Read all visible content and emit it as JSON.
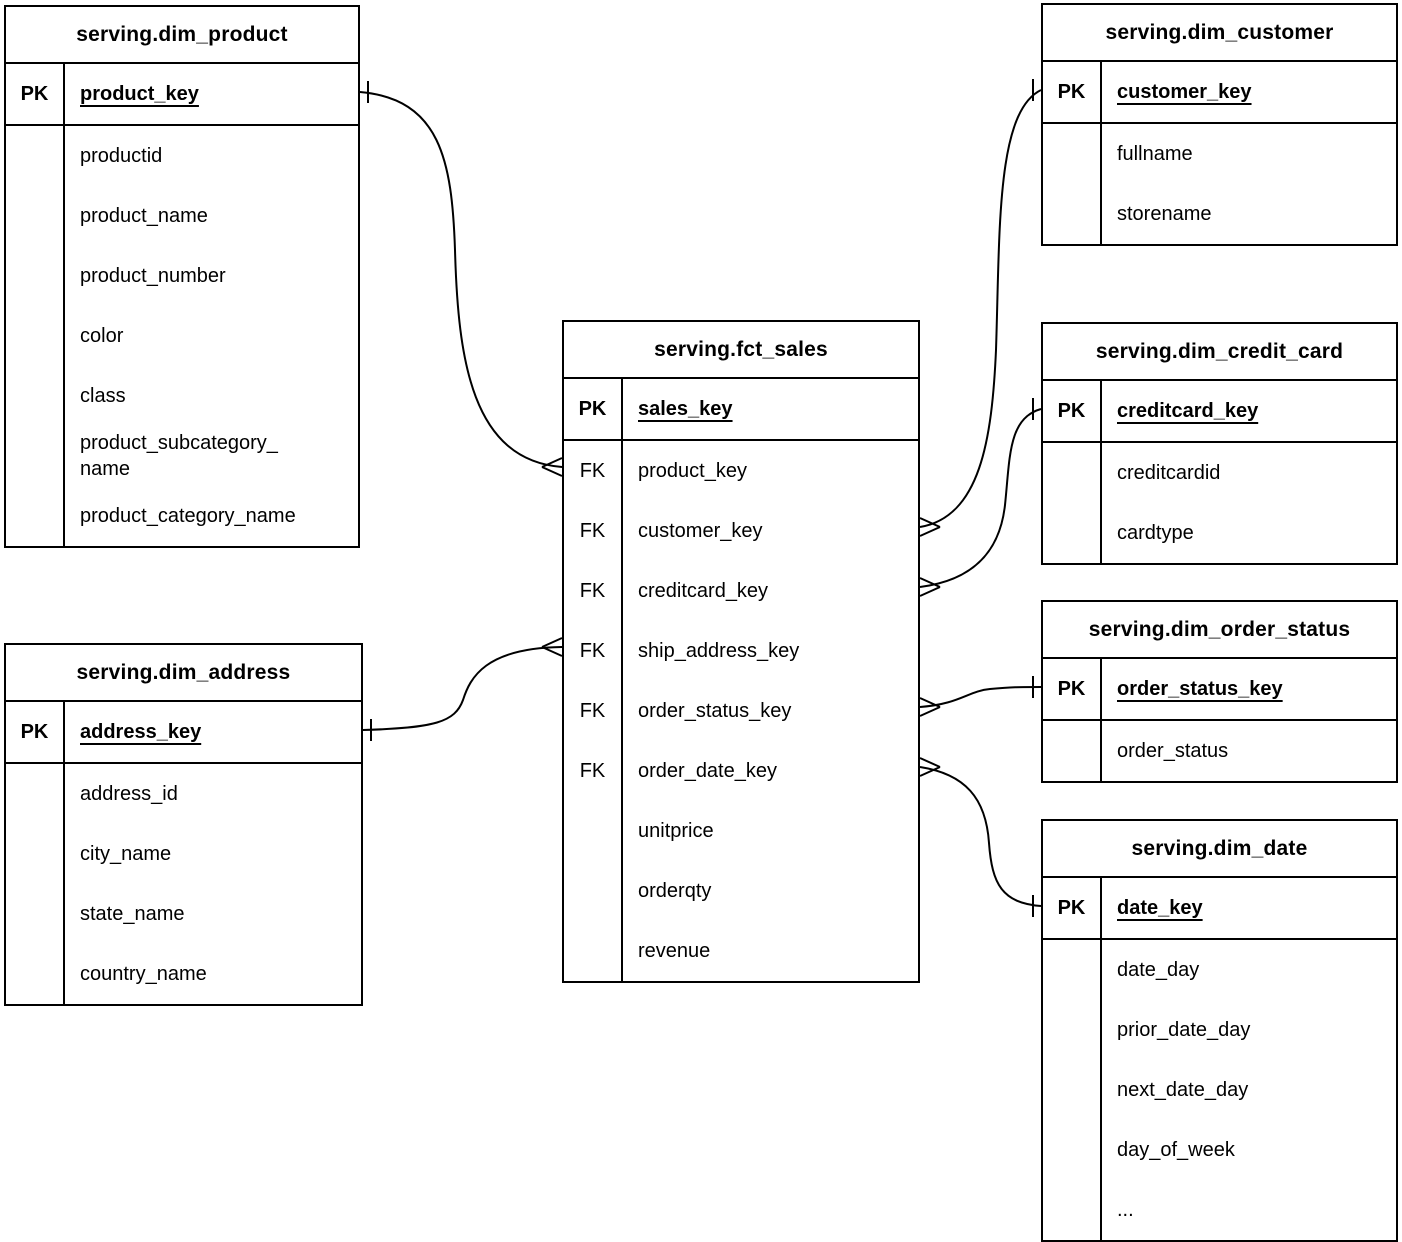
{
  "colors": {
    "line": "#000000",
    "background": "#ffffff",
    "text": "#000000"
  },
  "tables": {
    "dim_product": {
      "title": "serving.dim_product",
      "pk_label": "PK",
      "pk_field": "product_key",
      "fields": [
        "productid",
        "product_name",
        "product_number",
        "color",
        "class",
        "product_subcategory_\nname",
        "product_category_name"
      ]
    },
    "dim_address": {
      "title": "serving.dim_address",
      "pk_label": "PK",
      "pk_field": "address_key",
      "fields": [
        "address_id",
        "city_name",
        "state_name",
        "country_name"
      ]
    },
    "fct_sales": {
      "title": "serving.fct_sales",
      "pk_label": "PK",
      "pk_field": "sales_key",
      "rows": [
        {
          "key": "FK",
          "field": "product_key"
        },
        {
          "key": "FK",
          "field": "customer_key"
        },
        {
          "key": "FK",
          "field": "creditcard_key"
        },
        {
          "key": "FK",
          "field": "ship_address_key"
        },
        {
          "key": "FK",
          "field": "order_status_key"
        },
        {
          "key": "FK",
          "field": "order_date_key"
        },
        {
          "key": "",
          "field": "unitprice"
        },
        {
          "key": "",
          "field": "orderqty"
        },
        {
          "key": "",
          "field": "revenue"
        }
      ]
    },
    "dim_customer": {
      "title": "serving.dim_customer",
      "pk_label": "PK",
      "pk_field": "customer_key",
      "fields": [
        "fullname",
        "storename"
      ]
    },
    "dim_credit_card": {
      "title": "serving.dim_credit_card",
      "pk_label": "PK",
      "pk_field": "creditcard_key",
      "fields": [
        "creditcardid",
        "cardtype"
      ]
    },
    "dim_order_status": {
      "title": "serving.dim_order_status",
      "pk_label": "PK",
      "pk_field": "order_status_key",
      "fields": [
        "order_status"
      ]
    },
    "dim_date": {
      "title": "serving.dim_date",
      "pk_label": "PK",
      "pk_field": "date_key",
      "fields": [
        "date_day",
        "prior_date_day",
        "next_date_day",
        "day_of_week",
        "..."
      ]
    }
  },
  "relationships": [
    {
      "many_side": "serving.fct_sales.product_key",
      "one_side": "serving.dim_product.product_key",
      "cardinality": "many-to-one"
    },
    {
      "many_side": "serving.fct_sales.customer_key",
      "one_side": "serving.dim_customer.customer_key",
      "cardinality": "many-to-one"
    },
    {
      "many_side": "serving.fct_sales.creditcard_key",
      "one_side": "serving.dim_credit_card.creditcard_key",
      "cardinality": "many-to-one"
    },
    {
      "many_side": "serving.fct_sales.ship_address_key",
      "one_side": "serving.dim_address.address_key",
      "cardinality": "many-to-one"
    },
    {
      "many_side": "serving.fct_sales.order_status_key",
      "one_side": "serving.dim_order_status.order_status_key",
      "cardinality": "many-to-one"
    },
    {
      "many_side": "serving.fct_sales.order_date_key",
      "one_side": "serving.dim_date.date_key",
      "cardinality": "many-to-one"
    }
  ]
}
